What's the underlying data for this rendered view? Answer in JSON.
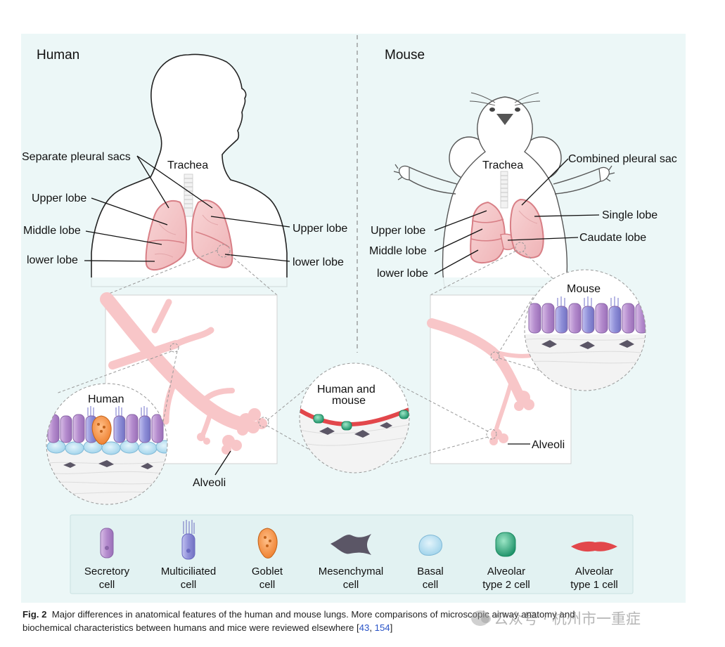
{
  "titles": {
    "human": "Human",
    "mouse": "Mouse"
  },
  "human_labels": {
    "pleural": "Separate pleural sacs",
    "trachea": "Trachea",
    "upper_left": "Upper lobe",
    "middle": "Middle lobe",
    "lower_left": "lower lobe",
    "upper_right": "Upper lobe",
    "lower_right": "lower lobe",
    "alveoli": "Alveoli"
  },
  "mouse_labels": {
    "trachea": "Trachea",
    "combined": "Combined pleural sac",
    "single": "Single lobe",
    "caudate": "Caudate lobe",
    "upper": "Upper lobe",
    "middle": "Middle lobe",
    "lower": "lower lobe",
    "alveoli": "Alveoli"
  },
  "circles": {
    "human": "Human",
    "mouse": "Mouse",
    "both_line1": "Human and",
    "both_line2": "mouse"
  },
  "legend": [
    {
      "l1": "Secretory",
      "l2": "cell"
    },
    {
      "l1": "Multiciliated",
      "l2": "cell"
    },
    {
      "l1": "Goblet",
      "l2": "cell"
    },
    {
      "l1": "Mesenchymal",
      "l2": "cell"
    },
    {
      "l1": "Basal",
      "l2": "cell"
    },
    {
      "l1": "Alveolar",
      "l2": "type 2 cell"
    },
    {
      "l1": "Alveolar",
      "l2": "type 1 cell"
    }
  ],
  "caption": {
    "label": "Fig. 2",
    "text_1": "Major differences in anatomical features of the human and mouse lungs. More comparisons of microscopic airway anatomy and biochemical characteristics between humans and mice were reviewed elsewhere [",
    "ref1": "43",
    "sep": ", ",
    "ref2": "154",
    "text_2": "]"
  },
  "watermark": "公众号 · 杭州市一重症",
  "colors": {
    "panel_bg": "#ecf7f7",
    "lung_fill": "#f3c6c8",
    "lung_edge": "#d87f86",
    "secretory": "#b48bcd",
    "ciliated": "#8f8fd8",
    "goblet": "#f08a3a",
    "basal": "#a9d8ee",
    "type2": "#2aa67a",
    "type1": "#e2474b",
    "mesenchymal": "#5b5666"
  }
}
